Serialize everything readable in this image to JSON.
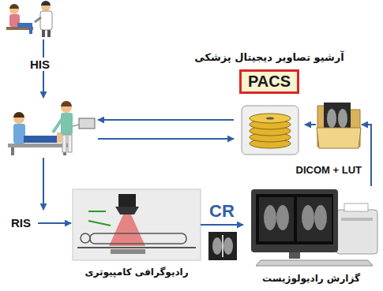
{
  "diagram": {
    "nodes": [
      {
        "text": [
          "آرشیو تصاویر دیجیتال پزشکی",
          "PACS"
        ]
      },
      {
        "text": [
          "DICOM + LUT"
        ]
      },
      {
        "text": [
          "رادیوگرافی کامپیوتری"
        ]
      },
      {
        "text": [
          "گزارش رادیولوژیست"
        ]
      }
    ],
    "edges": [
      {
        "from": 2,
        "to": 3,
        "label": "CR",
        "arrow": "to"
      },
      {
        "from": 3,
        "to": 1,
        "arrow": "to"
      },
      {
        "from": 1,
        "to": 0,
        "arrow": "to"
      }
    ],
    "labels": [
      "HIS",
      "RIS"
    ]
  }
}
